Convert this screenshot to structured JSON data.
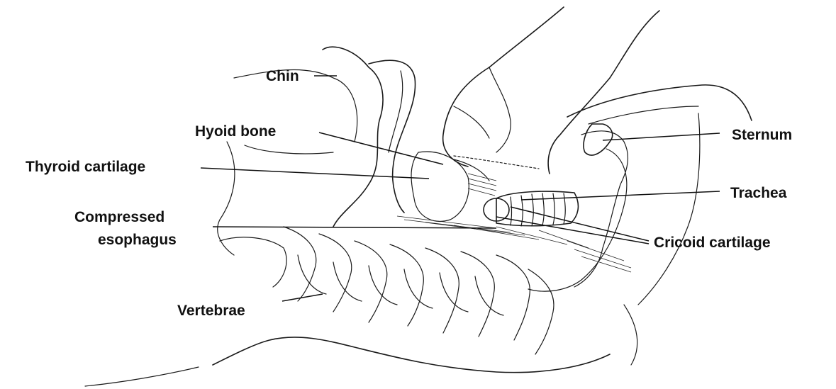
{
  "labels": {
    "chin": "Chin",
    "hyoid_bone": "Hyoid bone",
    "thyroid_cartilage": "Thyroid cartilage",
    "compressed_esophagus_line1": "Compressed",
    "compressed_esophagus_line2": "esophagus",
    "vertebrae": "Vertebrae",
    "sternum": "Sternum",
    "trachea": "Trachea",
    "cricoid_cartilage": "Cricoid cartilage"
  }
}
